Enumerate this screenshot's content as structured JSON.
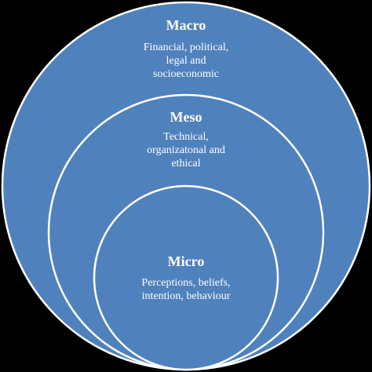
{
  "colors": {
    "background": "#000000",
    "fill": "#4f81bd",
    "stroke": "#ffffff",
    "text": "#ffffff"
  },
  "levels": [
    {
      "title": "Macro",
      "lines": [
        "Financial, political,",
        "legal and",
        "socioeconomic"
      ]
    },
    {
      "title": "Meso",
      "lines": [
        "Technical,",
        "organizatonal and",
        "ethical"
      ]
    },
    {
      "title": "Micro",
      "lines": [
        "Perceptions, beliefs,",
        "intention, behaviour"
      ]
    }
  ]
}
